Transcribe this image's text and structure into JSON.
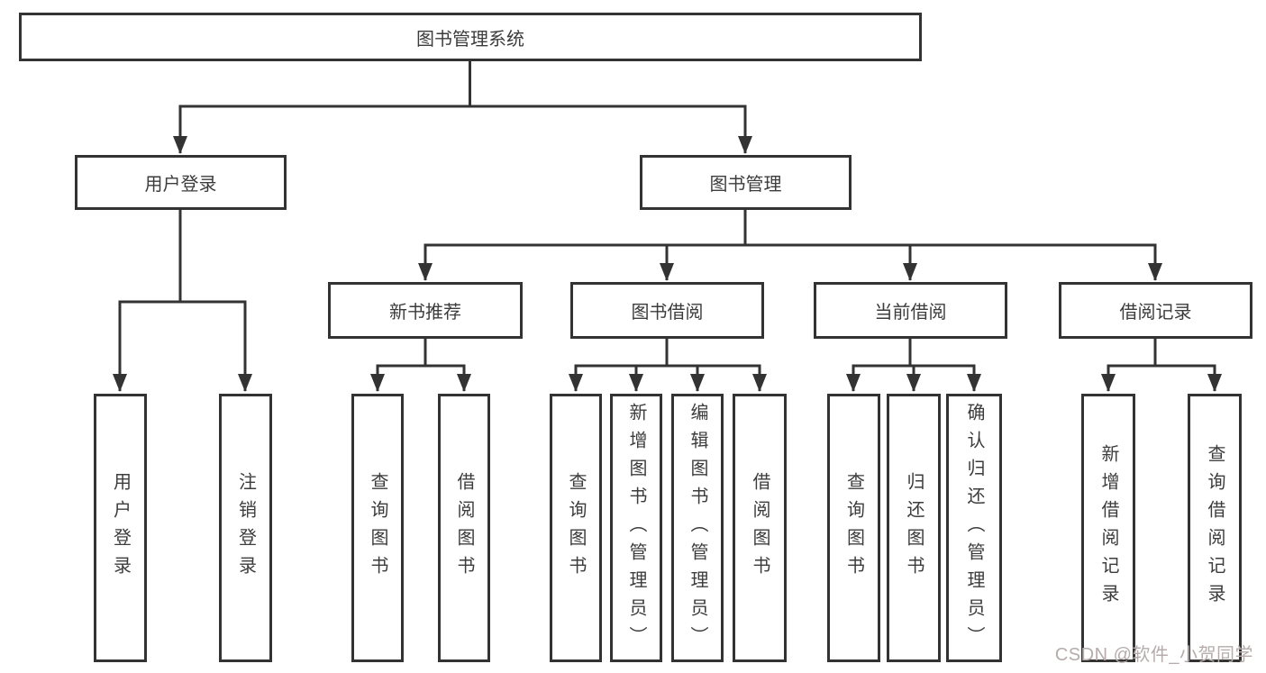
{
  "diagram": {
    "type": "tree",
    "tree": {
      "root": {
        "label": "图书管理系统"
      },
      "user_login": {
        "label": "用户登录",
        "children": [
          {
            "label": "用户登录"
          },
          {
            "label": "注销登录"
          }
        ]
      },
      "book_mgmt": {
        "label": "图书管理",
        "children": [
          {
            "label": "新书推荐",
            "children": [
              {
                "label": "查询图书"
              },
              {
                "label": "借阅图书"
              }
            ]
          },
          {
            "label": "图书借阅",
            "children": [
              {
                "label": "查询图书"
              },
              {
                "label": "新增图书（管理员）"
              },
              {
                "label": "编辑图书（管理员）"
              },
              {
                "label": "借阅图书"
              }
            ]
          },
          {
            "label": "当前借阅",
            "children": [
              {
                "label": "查询图书"
              },
              {
                "label": "归还图书"
              },
              {
                "label": "确认归还（管理员）"
              }
            ]
          },
          {
            "label": "借阅记录",
            "children": [
              {
                "label": "新增借阅记录"
              },
              {
                "label": "查询借阅记录"
              }
            ]
          }
        ]
      }
    }
  },
  "watermark": {
    "text": "CSDN @软件_小贺同学"
  },
  "colors": {
    "line": "#333333",
    "text": "#3c3c3c",
    "watermark": "#b5acab",
    "background": "#ffffff"
  }
}
